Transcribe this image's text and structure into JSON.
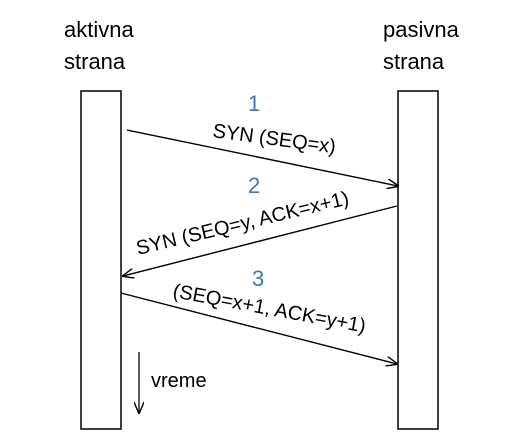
{
  "left_party": {
    "line1": "aktivna",
    "line2": "strana"
  },
  "right_party": {
    "line1": "pasivna",
    "line2": "strana"
  },
  "messages": [
    {
      "step": "1",
      "label": "SYN (SEQ=x)"
    },
    {
      "step": "2",
      "label": "SYN (SEQ=y, ACK=x+1)"
    },
    {
      "step": "3",
      "label": "(SEQ=x+1, ACK=y+1)"
    }
  ],
  "time_label": "vreme",
  "colors": {
    "step_number": "#4472c4",
    "line": "#000000"
  }
}
